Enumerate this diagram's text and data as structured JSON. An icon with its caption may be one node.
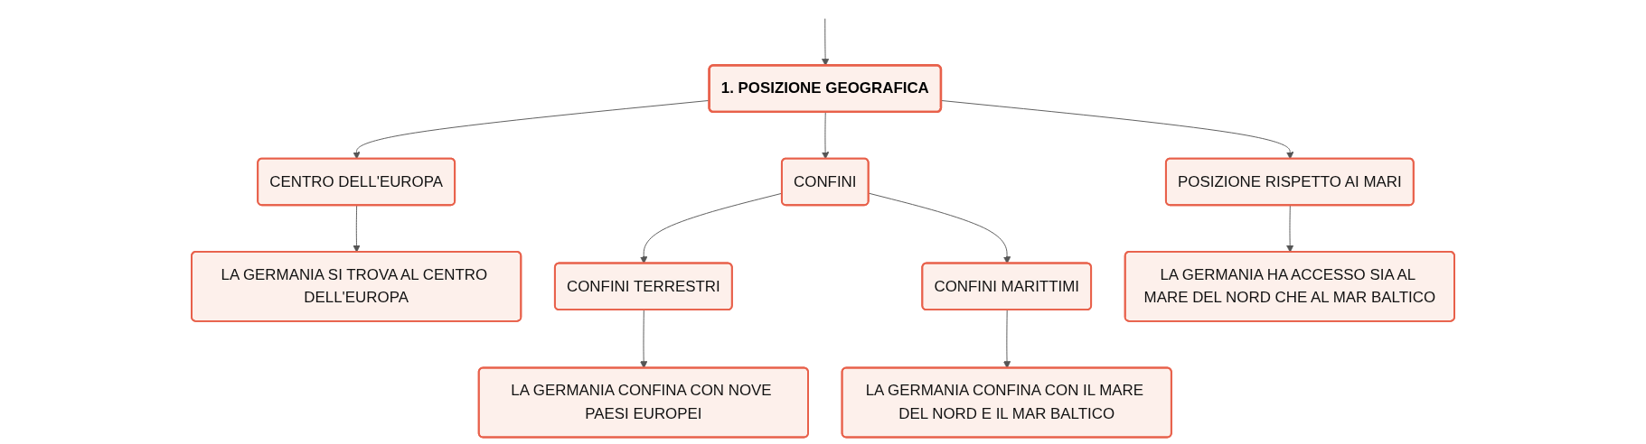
{
  "diagram": {
    "nodes": [
      {
        "text": [
          "1. POSIZIONE GEOGRAFICA"
        ]
      },
      {
        "text": [
          "CENTRO DELL'EUROPA"
        ]
      },
      {
        "text": [
          "CONFINI"
        ]
      },
      {
        "text": [
          "POSIZIONE RISPETTO AI MARI"
        ]
      },
      {
        "text": [
          "LA GERMANIA SI TROVA AL CENTRO DELL'EUROPA"
        ]
      },
      {
        "text": [
          "CONFINI TERRESTRI"
        ]
      },
      {
        "text": [
          "CONFINI MARITTIMI"
        ]
      },
      {
        "text": [
          "LA GERMANIA CONFINA CON NOVE PAESI EUROPEI"
        ]
      },
      {
        "text": [
          "LA GERMANIA CONFINA CON IL MARE DEL NORD E IL MAR BALTICO"
        ]
      },
      {
        "text": [
          "LA GERMANIA HA ACCESSO SIA AL MARE DEL NORD CHE AL MAR BALTICO"
        ]
      }
    ],
    "edges": [
      {
        "from": null,
        "to": 0,
        "arrow": "to"
      },
      {
        "from": 0,
        "to": 1,
        "arrow": "to"
      },
      {
        "from": 0,
        "to": 2,
        "arrow": "to"
      },
      {
        "from": 0,
        "to": 3,
        "arrow": "to"
      },
      {
        "from": 1,
        "to": 4,
        "arrow": "to"
      },
      {
        "from": 2,
        "to": 5,
        "arrow": "to"
      },
      {
        "from": 2,
        "to": 6,
        "arrow": "to"
      },
      {
        "from": 5,
        "to": 7,
        "arrow": "to"
      },
      {
        "from": 6,
        "to": 8,
        "arrow": "to"
      },
      {
        "from": 3,
        "to": 9,
        "arrow": "to"
      }
    ]
  }
}
